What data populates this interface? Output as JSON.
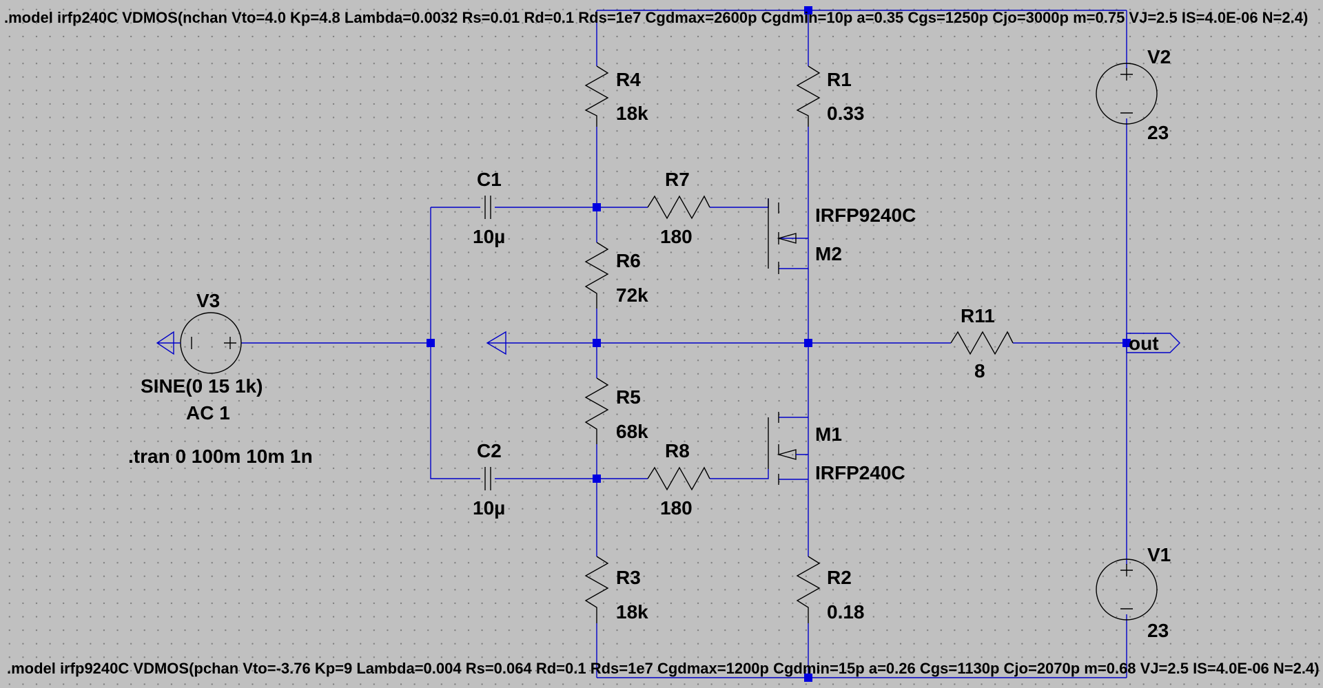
{
  "directives": {
    "model_nchan": ".model irfp240C VDMOS(nchan Vto=4.0 Kp=4.8 Lambda=0.0032 Rs=0.01 Rd=0.1 Rds=1e7 Cgdmax=2600p Cgdmin=10p a=0.35 Cgs=1250p Cjo=3000p m=0.75 VJ=2.5 IS=4.0E-06 N=2.4)",
    "model_pchan": ".model irfp9240C VDMOS(pchan Vto=-3.76 Kp=9 Lambda=0.004 Rs=0.064 Rd=0.1 Rds=1e7 Cgdmax=1200p Cgdmin=15p a=0.26 Cgs=1130p Cjo=2070p m=0.68 VJ=2.5 IS=4.0E-06 N=2.4)",
    "tran": ".tran 0 100m 10m 1n"
  },
  "components": {
    "R1": {
      "name": "R1",
      "value": "0.33"
    },
    "R2": {
      "name": "R2",
      "value": "0.18"
    },
    "R3": {
      "name": "R3",
      "value": "18k"
    },
    "R4": {
      "name": "R4",
      "value": "18k"
    },
    "R5": {
      "name": "R5",
      "value": "68k"
    },
    "R6": {
      "name": "R6",
      "value": "72k"
    },
    "R7": {
      "name": "R7",
      "value": "180"
    },
    "R8": {
      "name": "R8",
      "value": "180"
    },
    "R11": {
      "name": "R11",
      "value": "8"
    },
    "C1": {
      "name": "C1",
      "value": "10µ"
    },
    "C2": {
      "name": "C2",
      "value": "10µ"
    },
    "M1": {
      "name": "M1",
      "model": "IRFP240C"
    },
    "M2": {
      "name": "M2",
      "model": "IRFP9240C"
    },
    "V1": {
      "name": "V1",
      "value": "23"
    },
    "V2": {
      "name": "V2",
      "value": "23"
    },
    "V3": {
      "name": "V3",
      "value": "SINE(0 15 1k)",
      "ac": "AC 1"
    }
  },
  "netlabels": {
    "out": "out"
  },
  "colors": {
    "background": "#c0c0c0",
    "wire": "#0000c8",
    "component": "#000000",
    "junction": "#0000e0"
  }
}
